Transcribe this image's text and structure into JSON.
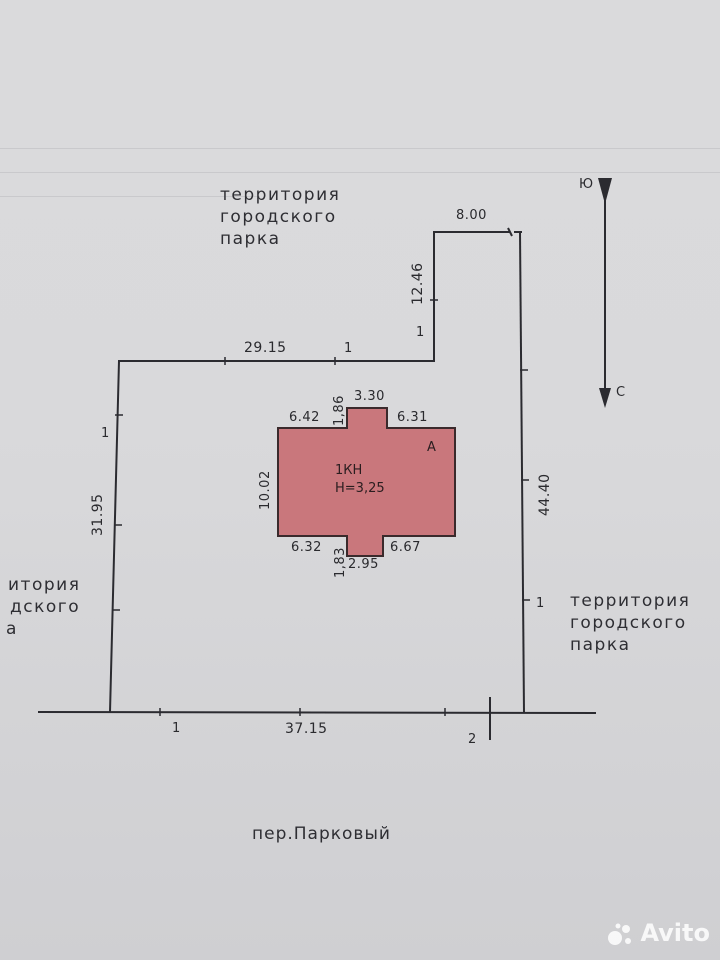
{
  "parcel": {
    "dims": {
      "top_left": "29.15",
      "left": "31.95",
      "bottom": "37.15",
      "right": "44.40",
      "notch_vertical": "12.46",
      "notch_top": "8.00"
    },
    "point_labels": {
      "top_left_mid": "1",
      "notch_mid": "1",
      "left_mid": "1",
      "right_mid": "1",
      "bottom_left": "1",
      "bottom_right": "2"
    }
  },
  "building": {
    "id": "1КН",
    "height": "Н=3,25",
    "letter": "А",
    "fill": "#c9777c",
    "dims": {
      "top_left": "6.42",
      "top_notch_height": "1,86",
      "top_notch_width": "3.30",
      "top_right": "6.31",
      "left": "10.02",
      "bottom_left": "6.32",
      "bottom_notch_height": "1,83",
      "bottom_notch_width": "2.95",
      "bottom_right": "6.67"
    }
  },
  "surroundings": {
    "north": [
      "территория",
      "городского",
      "парка"
    ],
    "east": [
      "территория",
      "городского",
      "парка"
    ],
    "west": [
      "итория",
      "дского",
      "а"
    ],
    "street": "пер.Парковый"
  },
  "compass": {
    "north": "Ю",
    "south": "С"
  },
  "watermark": "Avito"
}
